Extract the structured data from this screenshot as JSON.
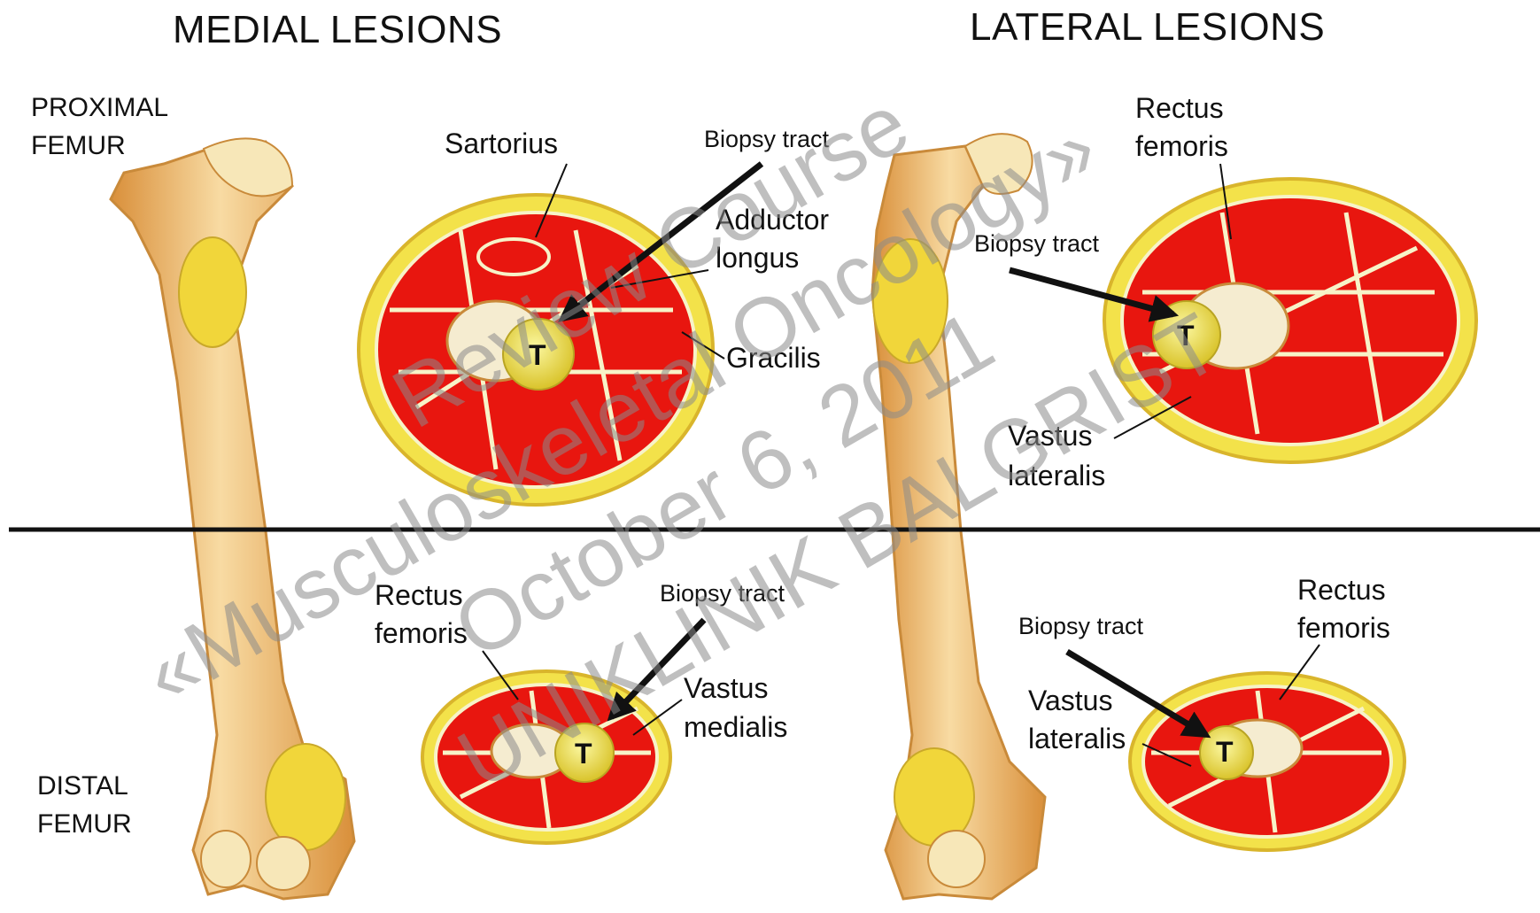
{
  "headers": {
    "medial": "MEDIAL LESIONS",
    "lateral": "LATERAL LESIONS"
  },
  "levels": {
    "proximal_line1": "PROXIMAL",
    "proximal_line2": "FEMUR",
    "distal_line1": "DISTAL",
    "distal_line2": "FEMUR"
  },
  "tumor_marker": "T",
  "panels": {
    "medial_proximal": {
      "sartorius": "Sartorius",
      "biopsy_tract": "Biopsy tract",
      "adductor_line1": "Adductor",
      "adductor_line2": "longus",
      "gracilis": "Gracilis"
    },
    "lateral_proximal": {
      "rectus_line1": "Rectus",
      "rectus_line2": "femoris",
      "biopsy_tract": "Biopsy tract",
      "vastus_line1": "Vastus",
      "vastus_line2": "lateralis"
    },
    "medial_distal": {
      "rectus_line1": "Rectus",
      "rectus_line2": "femoris",
      "biopsy_tract": "Biopsy tract",
      "vastus_line1": "Vastus",
      "vastus_line2": "medialis"
    },
    "lateral_distal": {
      "biopsy_tract": "Biopsy tract",
      "rectus_line1": "Rectus",
      "rectus_line2": "femoris",
      "vastus_line1": "Vastus",
      "vastus_line2": "lateralis"
    }
  },
  "watermark": {
    "line1": "Review Course",
    "line2": "«Musculoskeletal Oncology»",
    "line3": "October 6, 2011",
    "line4": "UNIKLINIK BALGRIST"
  },
  "colors": {
    "muscle": "#e8160f",
    "fat": "#f3e24a",
    "fat_dark": "#d9b52c",
    "bone": "#f2c27a",
    "bone_edge": "#c98a3a",
    "tumor": "#e6e24a",
    "divider": "#111111"
  }
}
